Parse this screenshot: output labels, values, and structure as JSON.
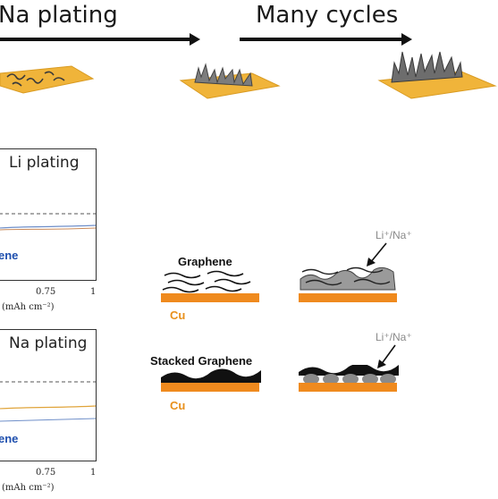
{
  "header": {
    "left_title": "Na plating",
    "right_title": "Many cycles"
  },
  "plots": [
    {
      "title": "Li plating",
      "legend": "ene",
      "tick_a": "0.75",
      "tick_b": "1",
      "xlabel": "(mAh cm⁻²)"
    },
    {
      "title": "Na plating",
      "legend": "ene",
      "tick_a": "0.75",
      "tick_b": "1",
      "xlabel": "(mAh cm⁻²)"
    }
  ],
  "schematic": {
    "graphene_label": "Graphene",
    "stacked_label": "Stacked Graphene",
    "cu_label": "Cu",
    "ion_label": "Li⁺/Na⁺"
  },
  "colors": {
    "substrate": "#f0b43a",
    "copper": "#ef8a1e",
    "deposit": "#7d7d7d",
    "graphene_line": "#111111",
    "li_series": "#6f8fc9",
    "na_series": "#e0a43a"
  }
}
